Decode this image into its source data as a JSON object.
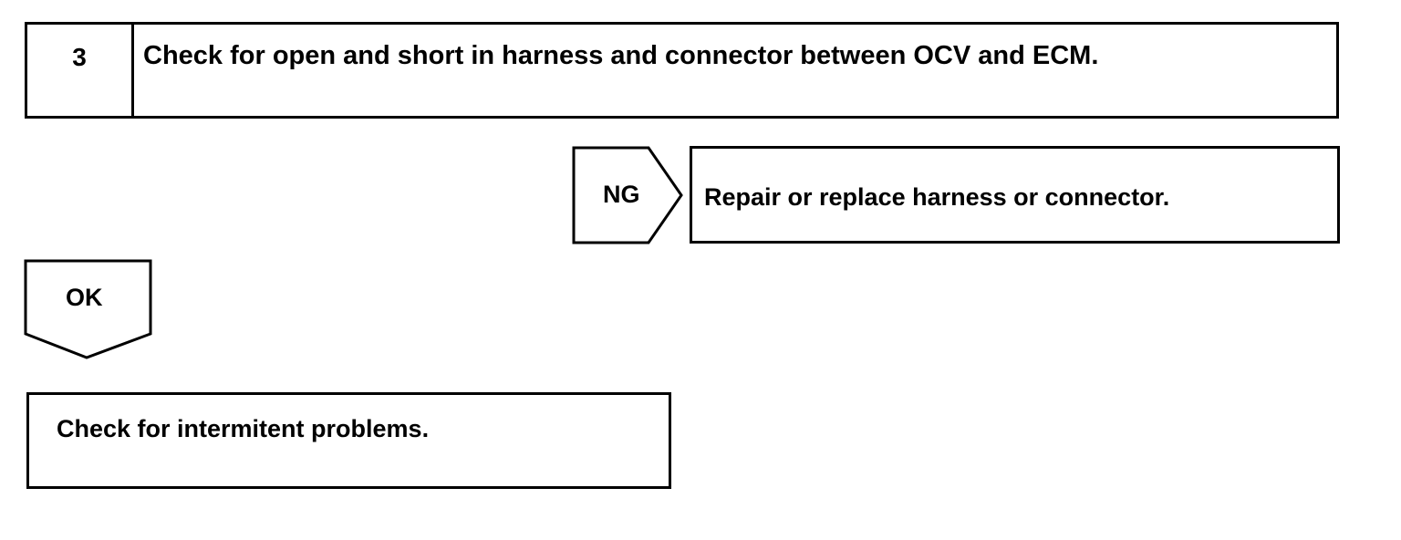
{
  "step": {
    "number": "3",
    "title": "Check for open and short in harness and connector between OCV and ECM."
  },
  "ng_branch": {
    "label": "NG",
    "action": "Repair or replace harness or connector."
  },
  "ok_branch": {
    "label": "OK",
    "action": "Check for intermitent problems."
  }
}
